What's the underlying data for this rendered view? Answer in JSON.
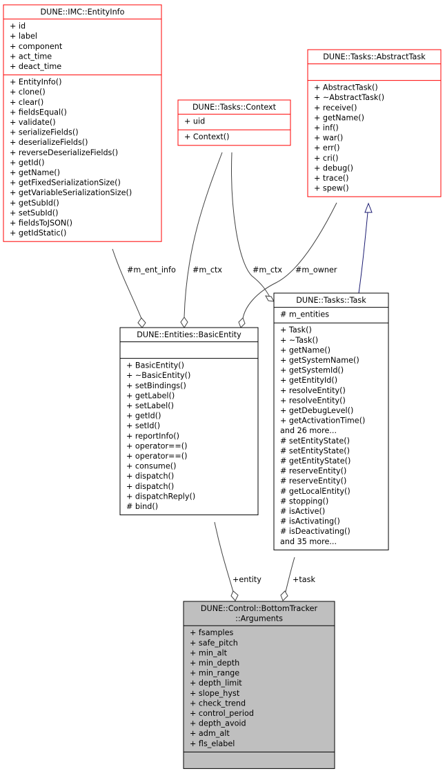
{
  "colors": {
    "external_border": "#ff0000",
    "internal_border": "#000000",
    "focus_fill": "#bfbfbf",
    "usage_edge": "#404040",
    "inherit_edge": "#191970"
  },
  "classes": {
    "entity_info": {
      "title": [
        "DUNE::IMC::EntityInfo"
      ],
      "attributes": [
        "+ id",
        "+ label",
        "+ component",
        "+ act_time",
        "+ deact_time"
      ],
      "methods": [
        "+ EntityInfo()",
        "+ clone()",
        "+ clear()",
        "+ fieldsEqual()",
        "+ validate()",
        "+ serializeFields()",
        "+ deserializeFields()",
        "+ reverseDeserializeFields()",
        "+ getId()",
        "+ getName()",
        "+ getFixedSerializationSize()",
        "+ getVariableSerializationSize()",
        "+ getSubId()",
        "+ setSubId()",
        "+ fieldsToJSON()",
        "+ getIdStatic()"
      ]
    },
    "context": {
      "title": [
        "DUNE::Tasks::Context"
      ],
      "attributes": [
        "+ uid"
      ],
      "methods": [
        "+ Context()"
      ]
    },
    "abstract_task": {
      "title": [
        "DUNE::Tasks::AbstractTask"
      ],
      "attributes": [],
      "methods": [
        "+ AbstractTask()",
        "+ ~AbstractTask()",
        "+ receive()",
        "+ getName()",
        "+ inf()",
        "+ war()",
        "+ err()",
        "+ cri()",
        "+ debug()",
        "+ trace()",
        "+ spew()"
      ]
    },
    "basic_entity": {
      "title": [
        "DUNE::Entities::BasicEntity"
      ],
      "attributes": [],
      "methods": [
        "+ BasicEntity()",
        "+ ~BasicEntity()",
        "+ setBindings()",
        "+ getLabel()",
        "+ setLabel()",
        "+ getId()",
        "+ setId()",
        "+ reportInfo()",
        "+ operator==()",
        "+ operator==()",
        "+ consume()",
        "+ dispatch()",
        "+ dispatch()",
        "+ dispatchReply()",
        "# bind()"
      ]
    },
    "task": {
      "title": [
        "DUNE::Tasks::Task"
      ],
      "attributes": [
        "# m_entities"
      ],
      "methods": [
        "+ Task()",
        "+ ~Task()",
        "+ getName()",
        "+ getSystemName()",
        "+ getSystemId()",
        "+ getEntityId()",
        "+ resolveEntity()",
        "+ resolveEntity()",
        "+ getDebugLevel()",
        "+ getActivationTime()",
        "and 26 more...",
        "# setEntityState()",
        "# setEntityState()",
        "# getEntityState()",
        "# reserveEntity()",
        "# reserveEntity()",
        "# getLocalEntity()",
        "# stopping()",
        "# isActive()",
        "# isActivating()",
        "# isDeactivating()",
        "and 35 more..."
      ]
    },
    "arguments": {
      "title": [
        "DUNE::Control::BottomTracker",
        "::Arguments"
      ],
      "attributes": [
        "+ fsamples",
        "+ safe_pitch",
        "+ min_alt",
        "+ min_depth",
        "+ min_range",
        "+ depth_limit",
        "+ slope_hyst",
        "+ check_trend",
        "+ control_period",
        "+ depth_avoid",
        "+ adm_alt",
        "+ fls_elabel"
      ],
      "methods": []
    }
  },
  "edge_labels": {
    "ent_info": "#m_ent_info",
    "ctx_basic": "#m_ctx",
    "ctx_task": "#m_ctx",
    "owner": "#m_owner",
    "entity": "+entity",
    "task": "+task"
  }
}
